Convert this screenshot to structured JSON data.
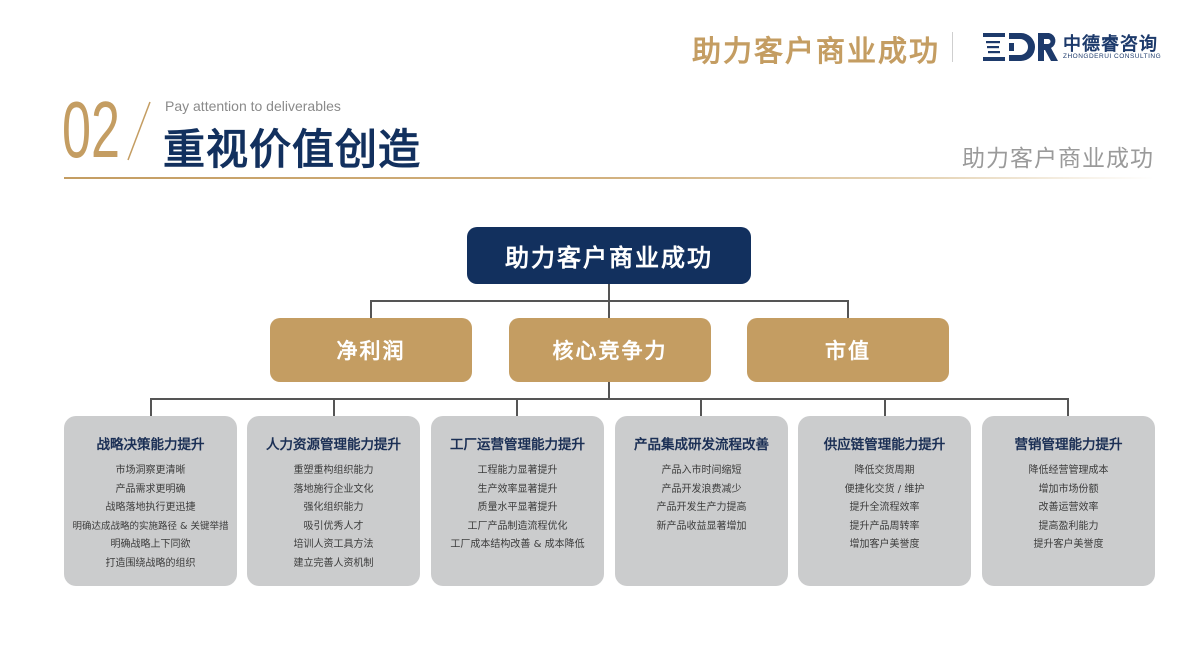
{
  "header": {
    "slogan": "助力客户商业成功",
    "logo": {
      "mark_text": "ZDR",
      "name_cn": "中德睿咨询",
      "name_en": "ZHONGDERUI CONSULTING",
      "icon": "zdr-logo-icon"
    }
  },
  "section": {
    "number": "02",
    "subtitle_en": "Pay attention to deliverables",
    "title": "重视价值创造",
    "right_label": "助力客户商业成功"
  },
  "colors": {
    "navy": "#12305e",
    "gold": "#c49d62",
    "card_gray": "#cbcccd",
    "line": "#555555"
  },
  "tree": {
    "root": "助力客户商业成功",
    "level2": [
      {
        "label": "净利润"
      },
      {
        "label": "核心竞争力"
      },
      {
        "label": "市值"
      }
    ],
    "cards": [
      {
        "title": "战略决策能力提升",
        "items": [
          "市场洞察更清晰",
          "产品需求更明确",
          "战略落地执行更迅捷",
          "明确达成战略的实施路径 & 关键举措",
          "明确战略上下同欲",
          "打造围绕战略的组织"
        ]
      },
      {
        "title": "人力资源管理能力提升",
        "items": [
          "重塑重构组织能力",
          "落地施行企业文化",
          "强化组织能力",
          "吸引优秀人才",
          "培训人资工具方法",
          "建立完善人资机制"
        ]
      },
      {
        "title": "工厂运营管理能力提升",
        "items": [
          "工程能力显著提升",
          "生产效率显著提升",
          "质量水平显著提升",
          "工厂产品制造流程优化",
          "工厂成本结构改善 & 成本降低"
        ]
      },
      {
        "title": "产品集成研发流程改善",
        "items": [
          "产品入市时间缩短",
          "产品开发浪费减少",
          "产品开发生产力提高",
          "新产品收益显著增加"
        ]
      },
      {
        "title": "供应链管理能力提升",
        "items": [
          "降低交货周期",
          "便捷化交货 / 维护",
          "提升全流程效率",
          "提升产品周转率",
          "增加客户美誉度"
        ]
      },
      {
        "title": "营销管理能力提升",
        "items": [
          "降低经营管理成本",
          "增加市场份额",
          "改善运营效率",
          "提高盈利能力",
          "提升客户美誉度"
        ]
      }
    ]
  }
}
